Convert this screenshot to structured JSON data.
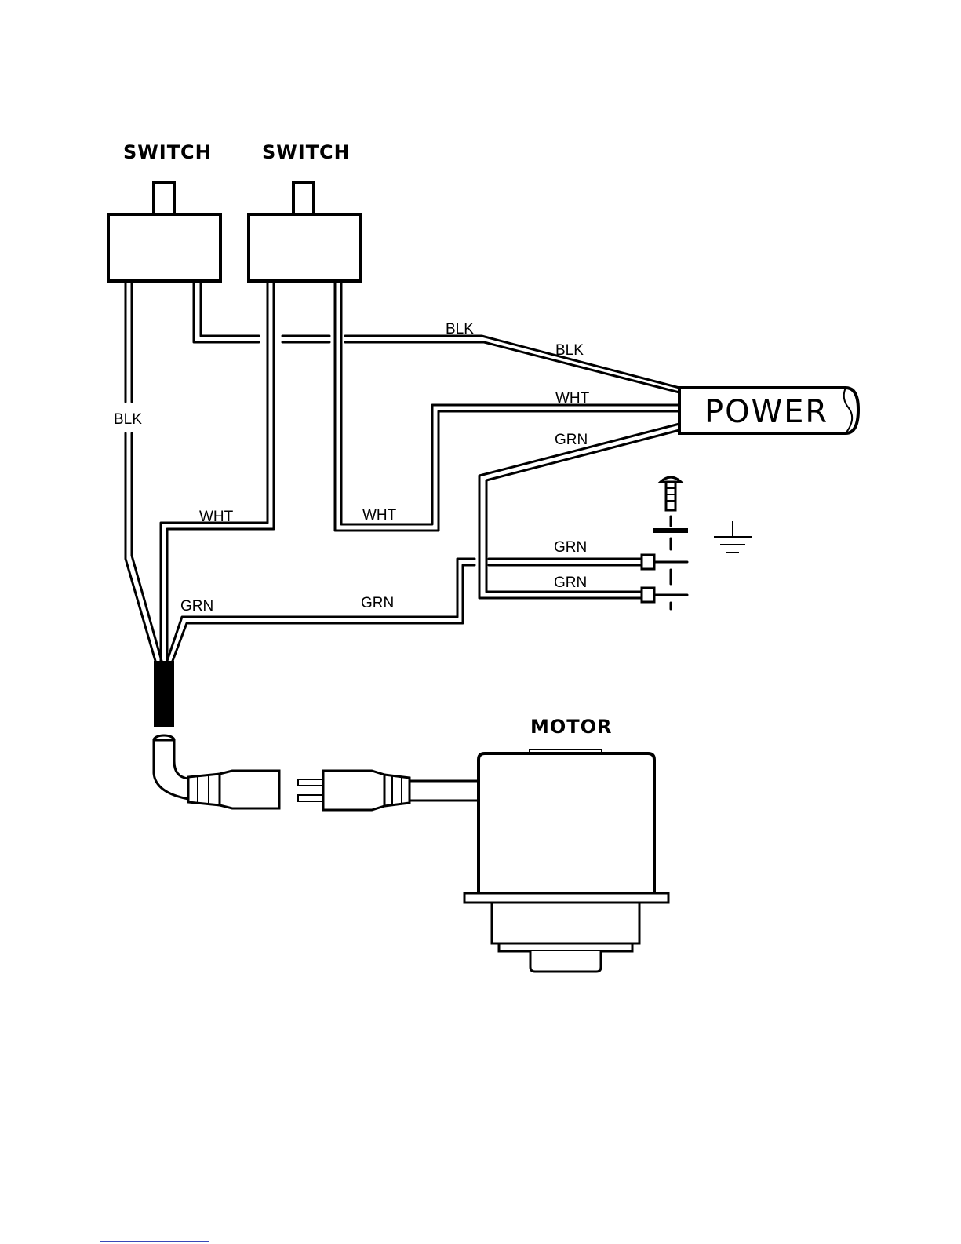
{
  "labels": {
    "switch_left": "SWITCH",
    "switch_right": "SWITCH",
    "power": "POWER",
    "motor": "MOTOR"
  },
  "wires": {
    "blk_top_1": "BLK",
    "blk_top_2": "BLK",
    "blk_left": "BLK",
    "wht_top": "WHT",
    "wht_left": "WHT",
    "wht_mid": "WHT",
    "grn_power": "GRN",
    "grn_ground_1": "GRN",
    "grn_ground_2": "GRN",
    "grn_cord": "GRN",
    "grn_bottom": "GRN"
  },
  "icons": {
    "ground": "ground-symbol-icon",
    "screw": "ground-screw-icon"
  }
}
